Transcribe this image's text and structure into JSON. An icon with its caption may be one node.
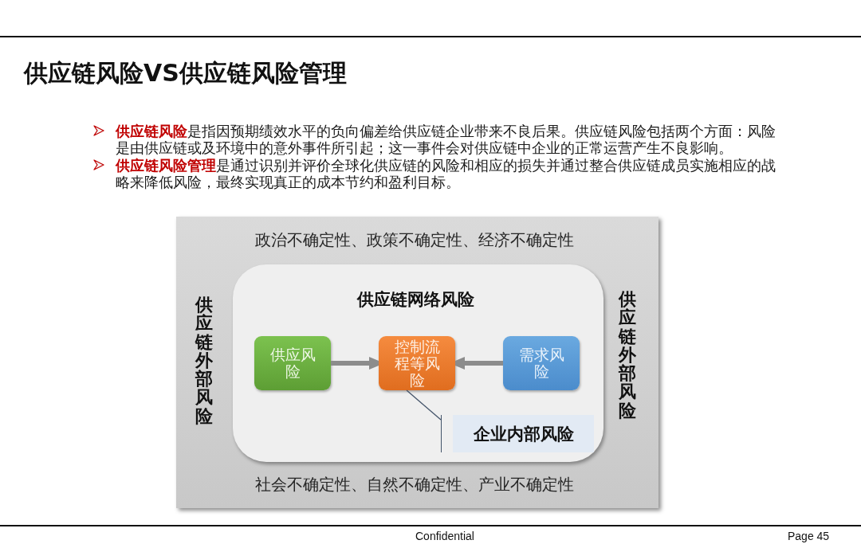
{
  "diagram": {
    "title": "供应链风险VS供应链风险管理",
    "nodes": [
      {
        "text": [
          "政治不确定性、政策不确定性、经济不确定性",
          "供应链外部风险",
          "供应链外部风险",
          "社会不确定性、自然不确定性、产业不确定性"
        ]
      },
      {
        "text": [
          "供应链网络风险"
        ],
        "in": 0
      },
      {
        "text": [
          "供应风险"
        ],
        "in": 1
      },
      {
        "text": [
          "控制流程等风险"
        ],
        "in": 1
      },
      {
        "text": [
          "需求风险"
        ],
        "in": 1
      },
      {
        "text": [
          "企业内部风险"
        ],
        "in": 1
      }
    ],
    "edges": [
      {
        "from": 2,
        "to": 3,
        "arrow": "to"
      },
      {
        "from": 4,
        "to": 3,
        "arrow": "to"
      },
      {
        "from": 5,
        "to": 3,
        "arrow": "none",
        "color": "#44546a"
      }
    ],
    "labels": [
      "**供应链风险**是指因预期绩效水平的负向偏差给供应链企业带来不良后果。供应链风险包括两个方面：风险是由供应链或及环境中的意外事件所引起；这一事件会对供应链中企业的正常运营产生不良影响。",
      "**供应链风险管理**是通过识别并评价全球化供应链的风险和相应的损失并通过整合供应链成员实施相应的战略来降低风险，最终实现真正的成本节约和盈利目标。",
      "Confidential",
      "Page 45"
    ]
  }
}
